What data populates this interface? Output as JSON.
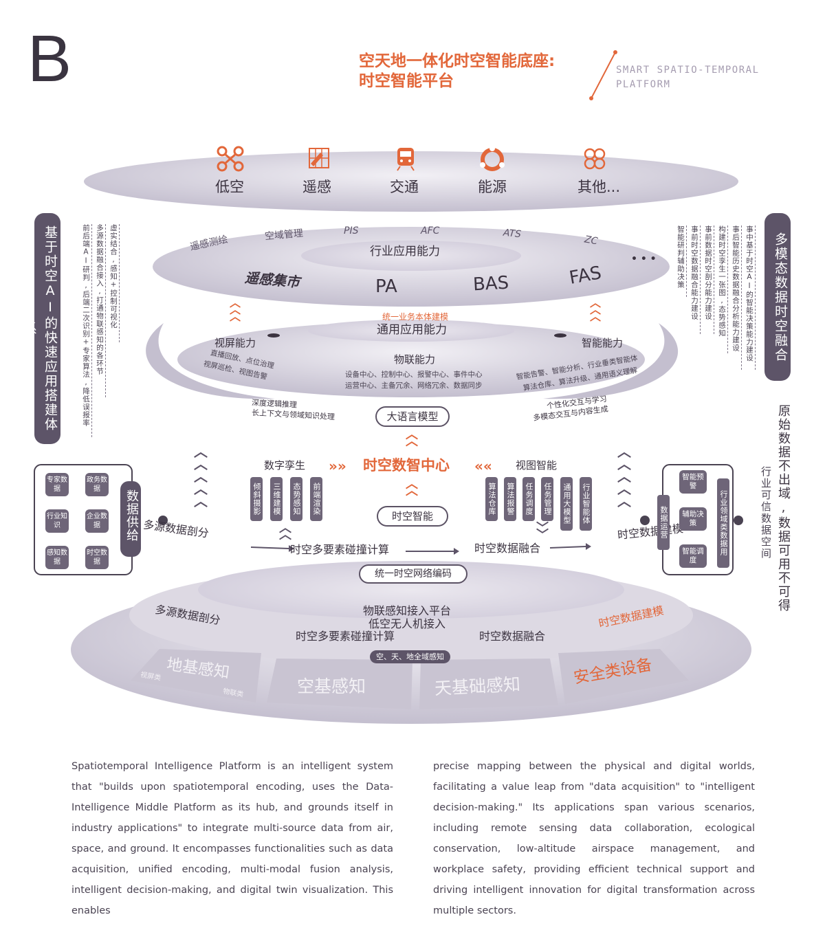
{
  "header": {
    "letter": "B",
    "title_line1": "空天地一体化时空智能底座:",
    "title_line2": "时空智能平台",
    "en_line1": "SMART SPATIO-TEMPORAL",
    "en_line2": "PLATFORM"
  },
  "colors": {
    "accent": "#e2673a",
    "dark": "#5d5468",
    "disk": "#cfcad8"
  },
  "top_layer": [
    {
      "label": "低空",
      "icon": "drone-icon"
    },
    {
      "label": "遥感",
      "icon": "satellite-map-icon"
    },
    {
      "label": "交通",
      "icon": "train-icon"
    },
    {
      "label": "能源",
      "icon": "energy-cycle-icon"
    },
    {
      "label": "其他...",
      "icon": "flower-icon"
    }
  ],
  "industry_layer": {
    "center": "行业应用能力",
    "ring": [
      "遥感测绘",
      "空域管理",
      "PIS",
      "AFC",
      "ATS",
      "ZC",
      "• • •"
    ],
    "front": [
      "遥感集市",
      "PA",
      "BAS",
      "FAS"
    ]
  },
  "general_layer": {
    "top_note": "统一业务本体建模",
    "center": "通用应用能力",
    "video": {
      "title": "视屏能力",
      "line1": "直播回放、点位治理",
      "line2": "视屏巡检、视图告警"
    },
    "iot": {
      "title": "物联能力",
      "line1": "设备中心、控制中心、报警中心、事件中心",
      "line2": "运营中心、主备冗余、网络冗余、数据同步"
    },
    "ai": {
      "title": "智能能力",
      "line1": "智能告警、智能分析、行业垂类智能体",
      "line2": "算法仓库、算法升级、通用语义理解"
    }
  },
  "llm": {
    "left1": "深度逻辑推理",
    "left2": "长上下文与领域知识处理",
    "name": "大语言模型",
    "right1": "个性化交互与学习",
    "right2": "多模态交互与内容生成"
  },
  "center": {
    "hub": "时空数智中心",
    "twin": "数字孪生",
    "view": "视图智能",
    "twin_items": [
      "倾斜摄影",
      "三维建模",
      "态势感知",
      "前端渲染"
    ],
    "view_items": [
      "算法仓库",
      "算法报警",
      "任务调度",
      "任务管理",
      "通用大模型",
      "行业智能体"
    ],
    "st_intel": "时空智能"
  },
  "flow": {
    "multi": "多源数据剖分",
    "collide": "时空多要素碰撞计算",
    "fuse": "时空数据融合",
    "model": "时空数据建模",
    "encode": "统一时空网络编码"
  },
  "left_box": {
    "title": "数据供给",
    "tiles": [
      "专家数据",
      "政务数据",
      "行业知识",
      "企业数据",
      "感知数据",
      "时空数据"
    ]
  },
  "right_box": {
    "ops": "数据运营",
    "tiles": [
      "智能预警",
      "辅助决策",
      "智能调度"
    ],
    "industry": "行业领域类数据用"
  },
  "bottom_layer": {
    "inner1": "物联感知接入平台",
    "inner2": "低空无人机接入",
    "multi": "多源数据剖分",
    "collide": "时空多要素碰撞计算",
    "fuse": "时空数据融合",
    "model": "时空数据建模",
    "tag": "空、天、地全域感知",
    "ground": "地基感知",
    "ground_sub1": "视屏类",
    "ground_sub2": "物联类",
    "air": "空基感知",
    "space": "天基础感知",
    "safety": "安全类设备"
  },
  "left_side": {
    "title": "基于时空AI的快速应用搭建体系",
    "col1": "前后端AI研判,后端二次识别+专家算法,降低误报率",
    "col2": "多源数据融合接入,打通物联感知的各环节",
    "col3": "虚实结合,感知+控制可视化"
  },
  "right_side": {
    "title": "多模态数据时空融合",
    "cols": [
      "智能研判辅助决策",
      "事前时空数据融合能力建设",
      "事前数据时空剖分能力建设",
      "构建时空孪生一张图,态势感知",
      "事后智能历史数据融合分析能力建设",
      "事中基于时空AI的智能决策能力建设"
    ],
    "slogan": "原始数据不出域,数据可用不可得",
    "trust": "行业可信数据空间"
  },
  "paragraphs": {
    "left": "Spatiotemporal Intelligence Platform is an intelligent system that \"builds upon spatiotemporal encoding, uses the Data-Intelligence Middle Platform as its hub, and grounds itself in industry applications\" to integrate multi-source data from air, space, and ground. It encompasses functionalities such as data acquisition, unified encoding, multi-modal fusion analysis, intelligent decision-making, and digital twin visualization. This enables",
    "right": "precise mapping between the physical and digital worlds, facilitating a value leap from \"data acquisition\" to \"intelligent decision-making.\" Its applications span various scenarios, including remote sensing data collaboration, ecological conservation, low-altitude airspace management, and workplace safety, providing efficient technical support and driving intelligent innovation for digital transformation across multiple sectors."
  }
}
